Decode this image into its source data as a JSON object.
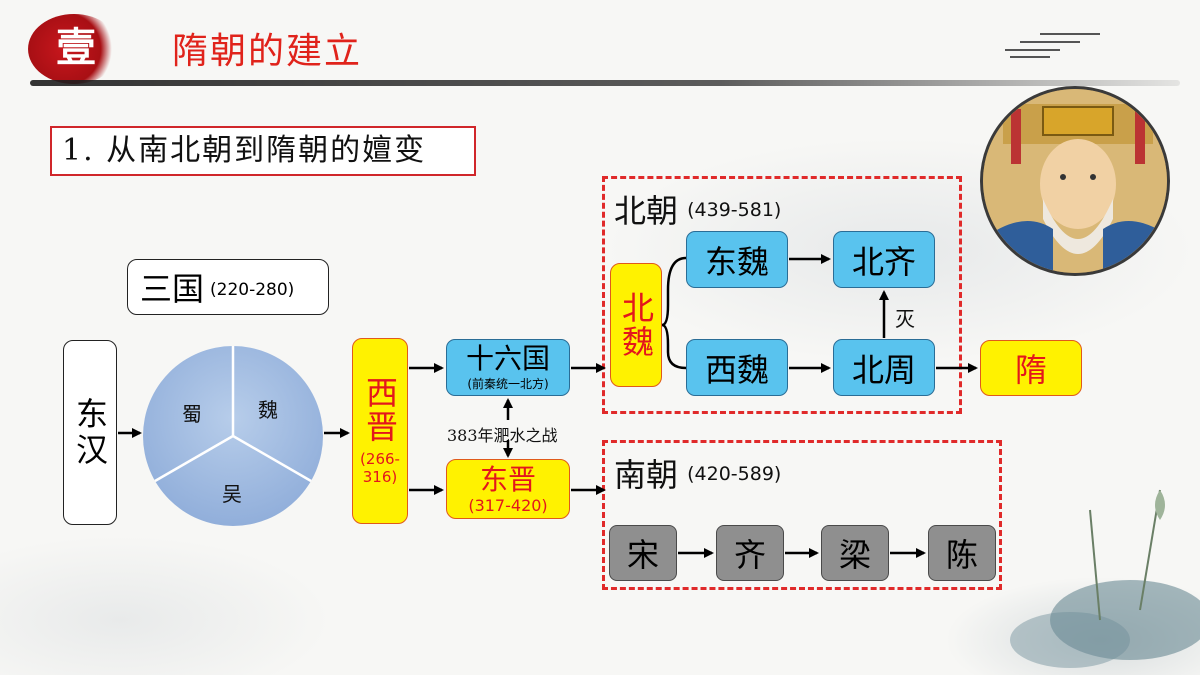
{
  "header": {
    "seal_char": "壹",
    "title": "隋朝的建立",
    "subtitle": "1. 从南北朝到隋朝的嬗变"
  },
  "three_kingdoms": {
    "label": "三国",
    "years": "(220-280)",
    "slices": [
      "蜀",
      "魏",
      "吴"
    ]
  },
  "eastern_han": "东汉",
  "western_jin": {
    "name": "西晋",
    "years": "(266-316)"
  },
  "sixteen_kingdoms": {
    "name": "十六国",
    "note": "(前秦统一北方)"
  },
  "eastern_jin": {
    "name": "东晋",
    "years": "(317-420)"
  },
  "battle": "383年淝水之战",
  "northern": {
    "label": "北朝",
    "years": "(439-581)",
    "northern_wei": "北魏",
    "eastern_wei": "东魏",
    "northern_qi": "北齐",
    "western_wei": "西魏",
    "northern_zhou": "北周",
    "conquer": "灭"
  },
  "southern": {
    "label": "南朝",
    "years": "(420-589)",
    "dynasties": [
      "宋",
      "齐",
      "梁",
      "陈"
    ]
  },
  "sui": "隋",
  "colors": {
    "accent_red": "#e0231b",
    "yellow_box": "#fff200",
    "blue_box": "#59c3ee",
    "gray_box": "#8f8f8f",
    "pie": "#9ab6df"
  }
}
